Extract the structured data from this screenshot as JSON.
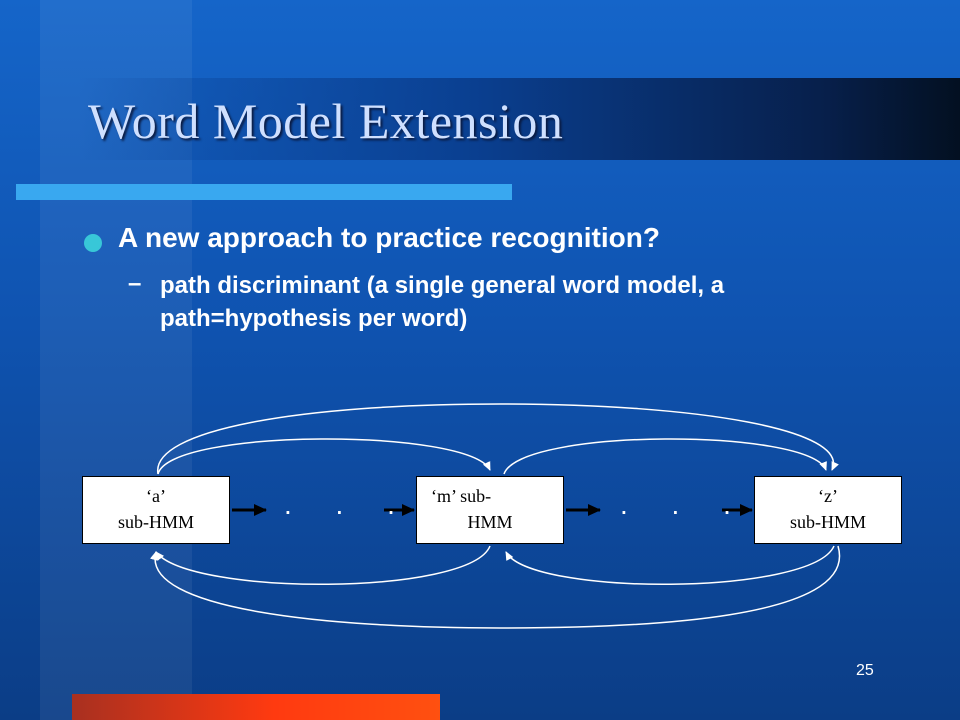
{
  "slide": {
    "title": "Word Model Extension",
    "bullet": "A new approach to practice recognition?",
    "sub_dash": "–",
    "sub_bullet": "path discriminant (a single general word model, a path=hypothesis per word)",
    "page_number": "25"
  },
  "diagram": {
    "box_a": {
      "line1": "‘a’",
      "line2": "sub-HMM"
    },
    "box_m": {
      "line1": "‘m’ sub-",
      "line2": "HMM"
    },
    "box_z": {
      "line1": "‘z’",
      "line2": "sub-HMM"
    },
    "ellipsis": ". . ."
  },
  "colors": {
    "background": "#1565c9",
    "title_text": "#cfe0ff",
    "accent_bar": "#39a8f0",
    "bullet": "#38c7d8",
    "bottom_bar": "#ff3a10"
  }
}
